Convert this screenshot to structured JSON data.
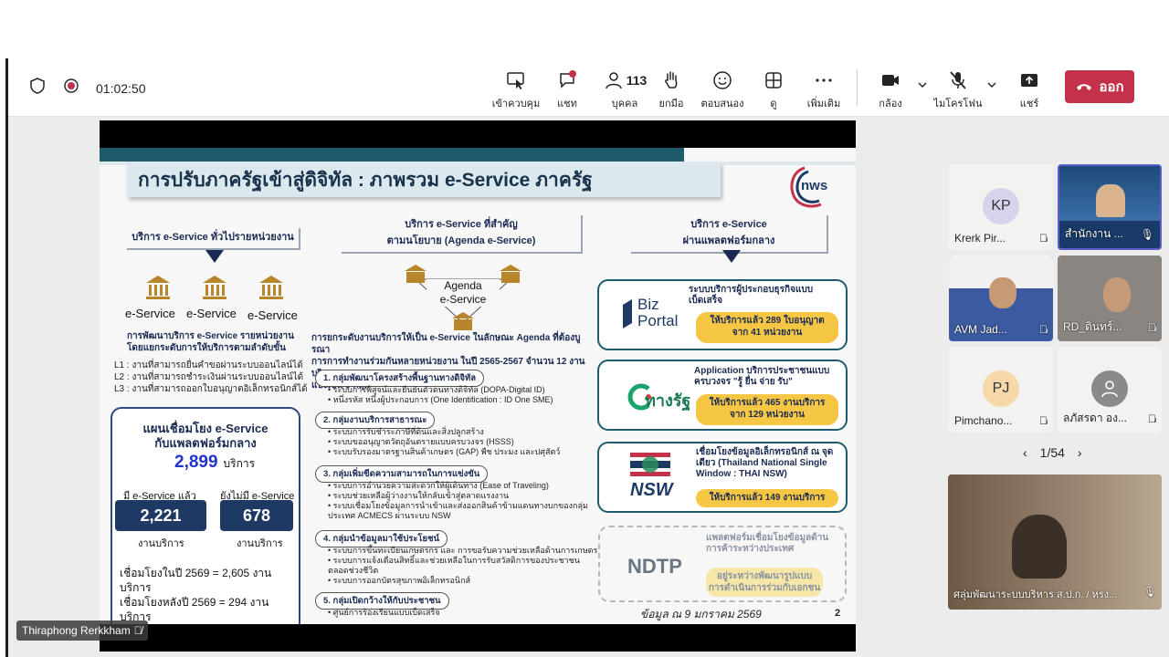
{
  "meeting": {
    "timer": "01:02:50",
    "participant_count": "113",
    "leave_label": "ออก"
  },
  "toolbar": {
    "items": [
      {
        "label": "เข้าควบคุม",
        "icon": "take-control-icon"
      },
      {
        "label": "แชท",
        "icon": "chat-icon"
      },
      {
        "label": "บุคคล",
        "icon": "people-icon"
      },
      {
        "label": "ยกมือ",
        "icon": "raise-hand-icon"
      },
      {
        "label": "ตอบสนอง",
        "icon": "react-icon"
      },
      {
        "label": "ดู",
        "icon": "view-icon"
      },
      {
        "label": "เพิ่มเติม",
        "icon": "more-icon"
      },
      {
        "label": "กล้อง",
        "icon": "camera-icon"
      },
      {
        "label": "ไมโครโฟน",
        "icon": "mic-off-icon"
      },
      {
        "label": "แชร์",
        "icon": "share-icon"
      }
    ]
  },
  "slide": {
    "title": "การปรับภาครัฐเข้าสู่ดิจิทัล : ภาพรวม e-Service ภาครัฐ",
    "logo_text": "nws",
    "col1_head": "บริการ e-Service ทั่วไปรายหน่วยงาน",
    "col2_head_l1": "บริการ e-Service ที่สำคัญ",
    "col2_head_l2": "ตามนโยบาย (Agenda e-Service)",
    "col3_head_l1": "บริการ e-Service",
    "col3_head_l2": "ผ่านแพลตฟอร์มกลาง",
    "eservice": "e-Service",
    "agenda_l1": "Agenda",
    "agenda_l2": "e-Service",
    "col1_desc_l1": "การพัฒนาบริการ e-Service รายหน่วยงาน",
    "col1_desc_l2": "โดยแยกระดับการให้บริการตามลำดับขั้น",
    "levels": [
      "L1 :  งานที่สามารถยื่นคำขอผ่านระบบออนไลน์ได้",
      "L2 :  งานที่สามารถชำระเงินผ่านระบบออนไลน์ได้",
      "L3 :  งานที่สามารถออกใบอนุญาตอิเล็กทรอนิกส์ได้"
    ],
    "card_title_l1": "แผนเชื่อมโยง e-Service",
    "card_title_l2": "กับแพลตฟอร์มกลาง",
    "card_total": "2,899",
    "card_total_unit": "บริการ",
    "card_has_label": "มี e-Service แล้ว",
    "card_has_value": "2,221",
    "card_not_label": "ยังไม่มี e-Service",
    "card_not_value": "678",
    "card_unit": "งานบริการ",
    "card_link_2569": "เชื่อมโยงในปี 2569 = 2,605 งานบริการ",
    "card_link_after": "เชื่อมโยงหลังปี 2569 = 294 งานบริการ",
    "col2_desc_l1": "การยกระดับงานบริการให้เป็น e-Service ในลักษณะ Agenda ที่ต้องบูรณา",
    "col2_desc_l2": "การการทำงานร่วมกันหลายหน่วยงาน ในปี 2565-2567 จำนวน 12 งานบริการ",
    "col2_desc_l3": "แบ่งเป็น 5 กลุ่ม",
    "groups": [
      {
        "head": "1. กลุ่มพัฒนาโครงสร้างพื้นฐานทางดิจิทัล",
        "items": [
          "• ระบบการพิสูจน์และยืนยันตัวตนทางดิจิทัล (DOPA-Digital ID)",
          "• หนึ่งรหัส หนึ่งผู้ประกอบการ (One Identification : ID One SME)"
        ]
      },
      {
        "head": "2. กลุ่มงานบริการสาธารณะ",
        "items": [
          "• ระบบการรับชำระภาษีที่ดินและสิ่งปลูกสร้าง",
          "• ระบบขออนุญาตวัตถุอันตรายแบบครบวงจร (HSSS)",
          "• ระบบรับรองมาตรฐานสินค้าเกษตร (GAP) พืช ประมง และปศุสัตว์"
        ]
      },
      {
        "head": "3. กลุ่มเพิ่มขีดความสามารถในการแข่งขัน",
        "items": [
          "• ระบบการอำนวยความสะดวกให้ผู้เดินทาง (Ease of Traveling)",
          "• ระบบช่วยเหลือผู้ว่างงานให้กลับเข้าสู่ตลาดแรงงาน",
          "• ระบบเชื่อมโยงข้อมูลการนำเข้าและส่งออกสินค้าข้ามแดนทางบกของกลุ่ม",
          "   ประเทศ ACMECS ผ่านระบบ NSW"
        ]
      },
      {
        "head": "4. กลุ่มนำข้อมูลมาใช้ประโยชน์",
        "items": [
          "• ระบบการขึ้นทะเบียนเกษตรกร และ การขอรับความช่วยเหลือด้านการเกษตร",
          "• ระบบการแจ้งเตือนสิทธิ์และช่วยเหลือในการรับสวัสดิการของประชาชน",
          "   ตลอดช่วงชีวิต",
          "• ระบบการออกบัตรสุขภาพอิเล็กทรอนิกส์"
        ]
      },
      {
        "head": "5. กลุ่มเปิดกว้างให้กับประชาชน",
        "items": [
          "• ศูนย์การร้องเรียนแบบเบ็ดเสร็จ"
        ]
      }
    ],
    "bizportal_brand_l1": "Biz",
    "bizportal_brand_l2": "Portal",
    "bizportal_title_l1": "ระบบบริการผู้ประกอบธุรกิจแบบ",
    "bizportal_title_l2": "เบ็ดเสร็จ",
    "bizportal_pill_l1": "ให้บริการแล้ว  289 ใบอนุญาต",
    "bizportal_pill_l2": "จาก 41 หน่วยงาน",
    "tangrat_brand": "ทางรัฐ",
    "tangrat_title_l1": "Application บริการประชาชนแบบ",
    "tangrat_title_l2": "ครบวงจร \"รู้ ยื่น จ่าย รับ\"",
    "tangrat_pill_l1": "ให้บริการแล้ว  465 งานบริการ",
    "tangrat_pill_l2": "จาก 129 หน่วยงาน",
    "nsw_brand": "NSW",
    "nsw_title_l1": "เชื่อมโยงข้อมูลอิเล็กทรอนิกส์ ณ จุด",
    "nsw_title_l2": "เดียว (Thailand National Single",
    "nsw_title_l3": "Window : THAI NSW)",
    "nsw_pill": "ให้บริการแล้ว  149 งานบริการ",
    "ndtp_brand": "NDTP",
    "ndtp_title_l1": "แพลตฟอร์มเชื่อมโยงข้อมูลด้าน",
    "ndtp_title_l2": "การค้าระหว่างประเทศ",
    "ndtp_pill_l1": "อยู่ระหว่างพัฒนารูปแบบ",
    "ndtp_pill_l2": "การดำเนินการร่วมกับเอกชน",
    "date_note": "ข้อมูล ณ 9 มกราคม 2569",
    "page_number": "2"
  },
  "participants": [
    {
      "initials": "KP",
      "name": "Krerk Pir...",
      "muted": true
    },
    {
      "initials": "",
      "name": "สำนักงาน ...",
      "muted": false
    },
    {
      "initials": "",
      "name": "AVM Jad...",
      "muted": true
    },
    {
      "initials": "",
      "name": "RD_ดินทร์...",
      "muted": true
    },
    {
      "initials": "PJ",
      "name": "Pimchano...",
      "muted": true
    },
    {
      "initials": "",
      "name": "ลภัสรดา อง...",
      "muted": true
    }
  ],
  "pager": {
    "label": "1/54"
  },
  "video_tile": {
    "name": "ศลุ่มพัฒนาระบบบริหาร ส.ป.ก. / หรง..."
  },
  "self_view": {
    "name": "Thiraphong Rerkkham"
  }
}
